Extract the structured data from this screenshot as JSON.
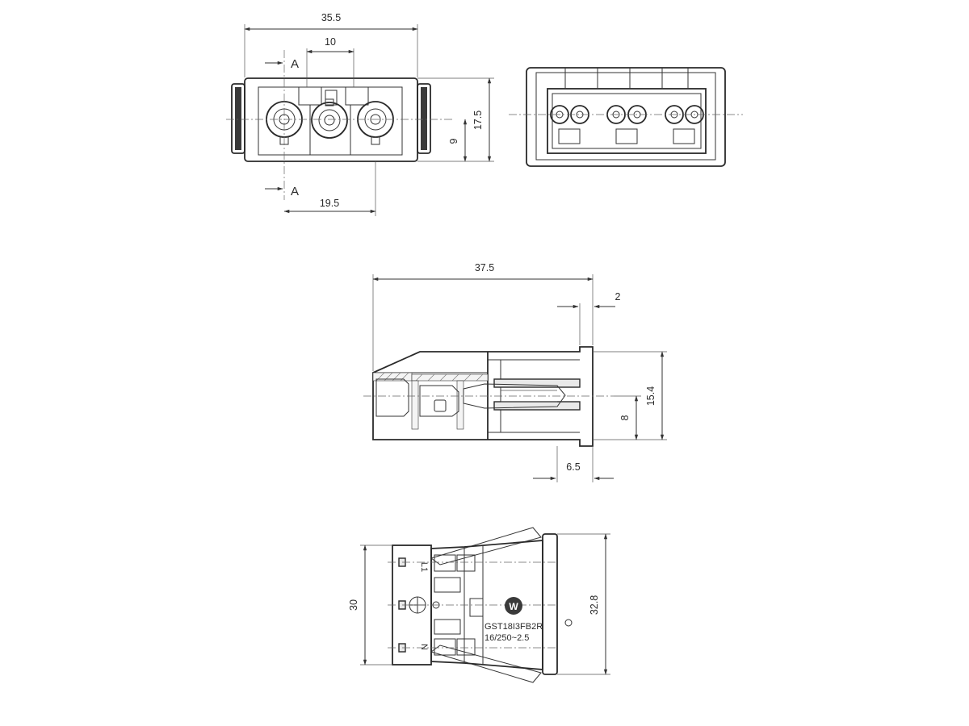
{
  "front_view": {
    "dim_width": "35.5",
    "dim_pitch": "10",
    "dim_height": "17.5",
    "dim_center": "9",
    "dim_offset": "19.5",
    "section_label_top": "A",
    "section_label_bottom": "A"
  },
  "side_view": {
    "dim_length": "37.5",
    "dim_flange": "2",
    "dim_height": "15.4",
    "dim_axis": "8",
    "dim_depth": "6.5"
  },
  "bottom_view": {
    "dim_width": "30",
    "dim_flange_width": "32.8",
    "marking_l1": "L1",
    "marking_n": "N",
    "part_number": "GST18I3FB2R",
    "rating": "16/250~2.5",
    "brand": "W"
  },
  "colors": {
    "line": "#333333",
    "background": "#ffffff"
  }
}
